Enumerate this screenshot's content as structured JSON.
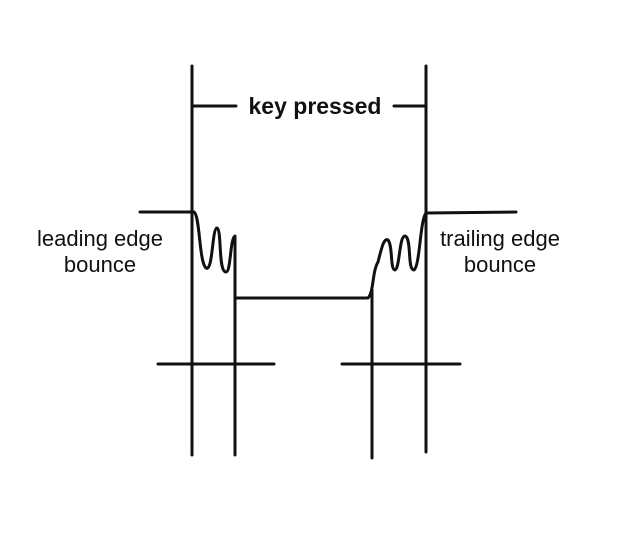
{
  "diagram": {
    "title": "key pressed",
    "left_label": [
      "leading edge",
      "bounce"
    ],
    "right_label": [
      "trailing edge",
      "bounce"
    ]
  }
}
